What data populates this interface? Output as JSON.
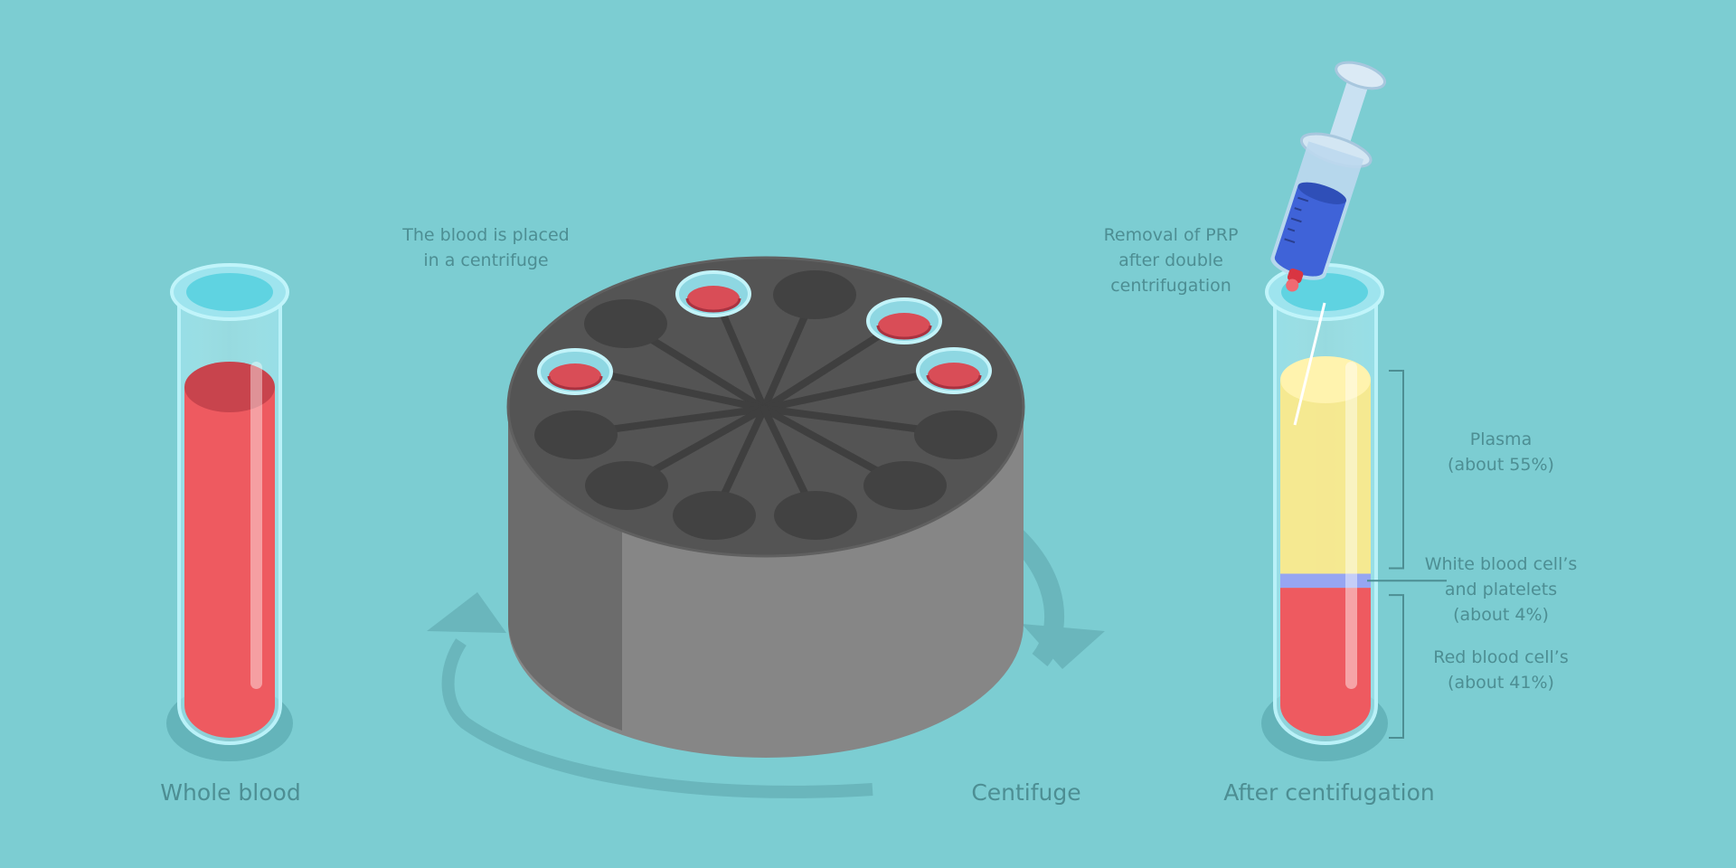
{
  "labels": {
    "whole_blood": "Whole blood",
    "centrifuge": "Centifuge",
    "after": "After centifugation",
    "placed": [
      "The blood is placed",
      "in a centrifuge"
    ],
    "removal": [
      "Removal of PRP",
      "after double",
      "centrifugation"
    ],
    "plasma": [
      "Plasma",
      "(about 55%)"
    ],
    "wbc": [
      "White blood cell’s",
      "and platelets",
      "(about 4%)"
    ],
    "rbc": [
      "Red blood cell’s",
      "(about 41%)"
    ]
  },
  "layers": [
    {
      "name": "Plasma",
      "percent": 55
    },
    {
      "name": "White blood cell’s and platelets",
      "percent": 4
    },
    {
      "name": "Red blood cell’s",
      "percent": 41
    }
  ],
  "colors": {
    "background": "#7ccdd2",
    "label": "#4d8e93",
    "blood": "#ee5a60",
    "plasma": "#fde98a",
    "buffy_coat": "#96a6f2",
    "centrifuge_top": "#4f4f4f",
    "centrifuge_front": "#858585",
    "syringe_fluid": "#3f63d8"
  }
}
